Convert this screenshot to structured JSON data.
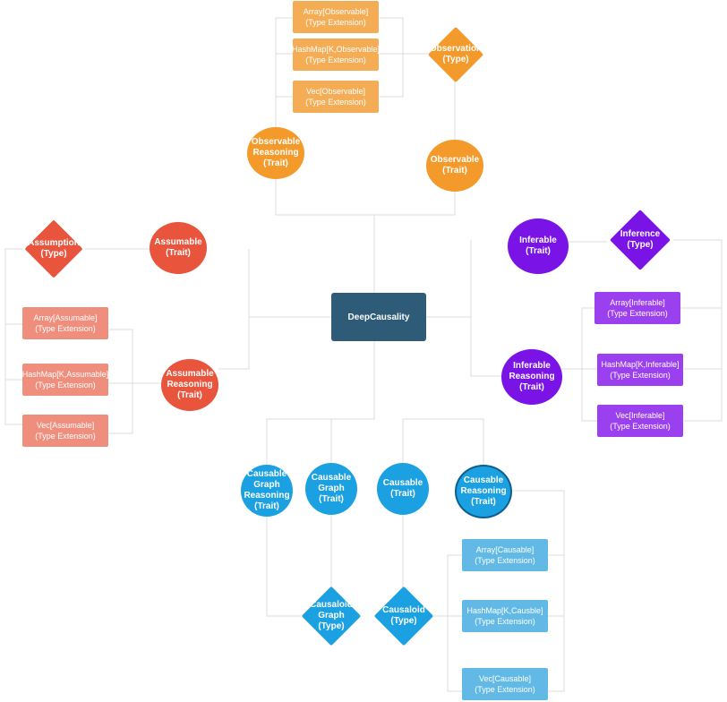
{
  "center": {
    "label": "DeepCausality"
  },
  "colors": {
    "center": "#2e5b78",
    "observable": "#f39a2b",
    "observable_ext": "#f5ad55",
    "assumable": "#e8543c",
    "assumable_ext": "#ef8e7c",
    "inferable": "#7a14e6",
    "inferable_ext": "#9a40ee",
    "causable": "#1ba1e2",
    "causable_ext": "#62b9e6",
    "line": "#dcdcdc"
  },
  "observable": {
    "ext_array": [
      "Array[Observable]",
      "(Type Extension)"
    ],
    "ext_hashmap": [
      "HashMap[K,Observable]",
      "(Type Extension)"
    ],
    "ext_vec": [
      "Vec[Observable]",
      "(Type Extension)"
    ],
    "type": [
      "Observation",
      "(Type)"
    ],
    "reasoning": [
      "Observable",
      "Reasoning",
      "(Trait)"
    ],
    "trait": [
      "Observable",
      "(Trait)"
    ]
  },
  "assumable": {
    "type": [
      "Assumption",
      "(Type)"
    ],
    "trait": [
      "Assumable",
      "(Trait)"
    ],
    "ext_array": [
      "Array[Assumable]",
      "(Type Extension)"
    ],
    "ext_hashmap": [
      "HashMap[K,Assumable]",
      "(Type Extension)"
    ],
    "ext_vec": [
      "Vec[Assumable]",
      "(Type Extension)"
    ],
    "reasoning": [
      "Assumable",
      "Reasoning",
      "(Trait)"
    ]
  },
  "inferable": {
    "trait": [
      "Inferable",
      "(Trait)"
    ],
    "type": [
      "Inference",
      "(Type)"
    ],
    "ext_array": [
      "Array[Inferable]",
      "(Type Extension)"
    ],
    "ext_hashmap": [
      "HashMap[K,Inferable]",
      "(Type Extension)"
    ],
    "ext_vec": [
      "Vec[Inferable]",
      "(Type Extension)"
    ],
    "reasoning": [
      "Inferable",
      "Reasoning",
      "(Trait)"
    ]
  },
  "causable": {
    "graph_reasoning": [
      "Causable",
      "Graph",
      "Reasoning",
      "(Trait)"
    ],
    "graph": [
      "Causable",
      "Graph",
      "(Trait)"
    ],
    "trait": [
      "Causable",
      "(Trait)"
    ],
    "reasoning": [
      "Causable",
      "Reasoning",
      "(Trait)"
    ],
    "ext_array": [
      "Array[Causable]",
      "(Type Extension)"
    ],
    "ext_hashmap": [
      "HashMap[K,Causble]",
      "(Type Extension)"
    ],
    "ext_vec": [
      "Vec[Causable]",
      "(Type Extension)"
    ],
    "causaloid_graph": [
      "Causaloid",
      "Graph",
      "(Type)"
    ],
    "causaloid": [
      "Causaloid",
      "(Type)"
    ]
  }
}
